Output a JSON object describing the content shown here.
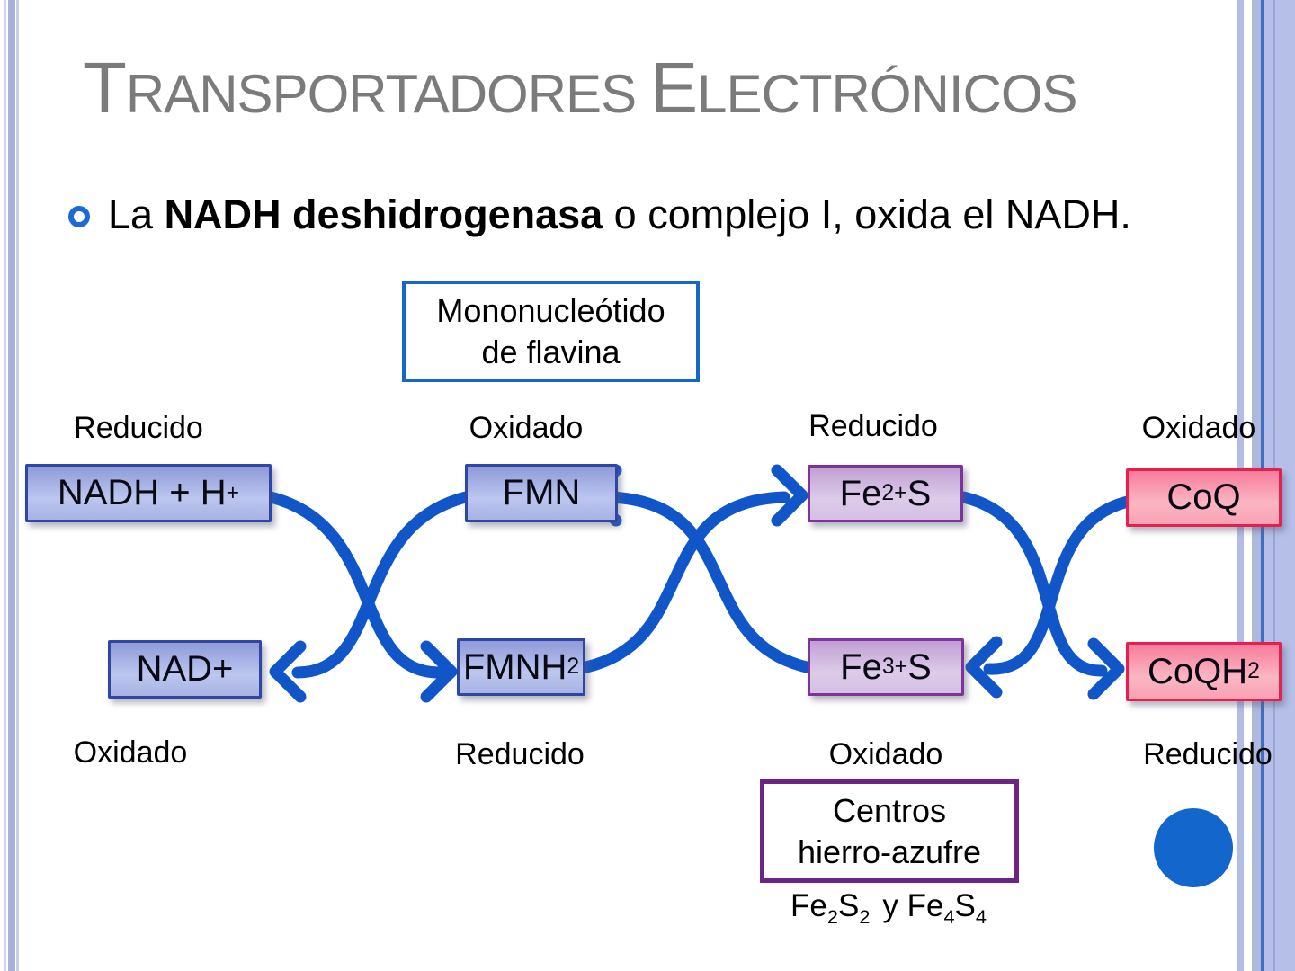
{
  "title": {
    "word1_cap": "T",
    "word1_rest": "ransportadores",
    "word2_cap": "E",
    "word2_rest": "lectrónicos"
  },
  "bullet": {
    "prefix": "La ",
    "bold": "NADH deshidrogenasa",
    "suffix": " o complejo I, oxida el NADH."
  },
  "flavin_callout": {
    "line1": "Mononucleótido",
    "line2": "de flavina"
  },
  "iron_sulfur_callout": {
    "line1": "Centros",
    "line2": "hierro-azufre"
  },
  "formula": {
    "p1": "Fe",
    "s1": "2",
    "p2": "S",
    "s2": "2",
    "p3": "y Fe",
    "s3": "4",
    "p4": "S",
    "s4": "4"
  },
  "columns": [
    {
      "top_label": "Reducido",
      "bottom_label": "Oxidado",
      "top_box": {
        "pre": "NADH + H",
        "sup": "+"
      },
      "bottom_box": {
        "pre": "NAD+"
      }
    },
    {
      "top_label": "Oxidado",
      "bottom_label": "Reducido",
      "top_box": {
        "pre": "FMN"
      },
      "bottom_box": {
        "pre": "FMNH",
        "sub": "2"
      }
    },
    {
      "top_label": "Reducido",
      "bottom_label": "Oxidado",
      "top_box": {
        "pre": "Fe",
        "sup": "2+",
        "post": "S"
      },
      "bottom_box": {
        "pre": "Fe",
        "sup": "3+",
        "post": "S"
      }
    },
    {
      "top_label": "Oxidado",
      "bottom_label": "Reducido",
      "top_box": {
        "pre": "CoQ"
      },
      "bottom_box": {
        "pre": "CoQH",
        "sub": "2"
      }
    }
  ],
  "colors": {
    "arrow_blue": "#1156c9",
    "circle_blue": "#1366cb",
    "title_gray": "#7b7b7b",
    "bullet_blue": "#1b6ad6",
    "flavin_border_blue": "#1767c9",
    "iron_sulfur_border_purple": "#6e2387",
    "blue_box_border": "#2e47a5",
    "purple_box_border": "#7d3399",
    "pink_box_border": "#e5204e",
    "edge_stripe_blue": "#a8b1dc"
  }
}
